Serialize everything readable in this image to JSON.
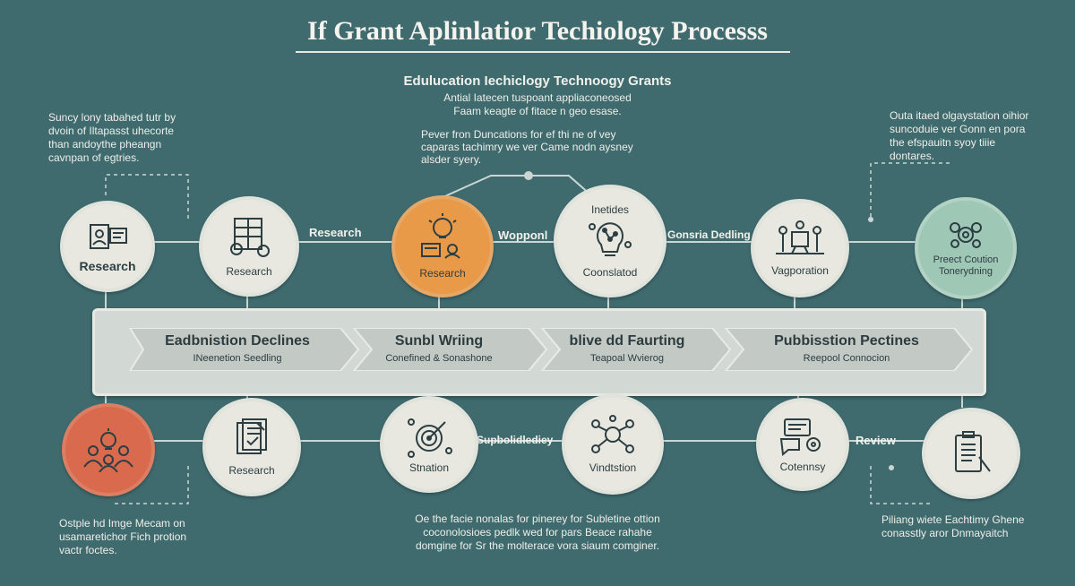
{
  "title": "If Grant Aplinlatior Techiology Processs",
  "subtitle": "Edulucation Iechiclogy Technoogy Grants",
  "subtitle_desc": [
    "Antial Iatecen tuspoant appliaconeosed",
    "Faam keagte of fitace n geo esase."
  ],
  "mid_desc": [
    "Pever fron Duncations for ef thi ne of vey",
    "caparas tachimry we ver Came nodn aysney",
    "alsder syery."
  ],
  "notes": {
    "top_left": [
      "Suncy lony tabahed tutr by",
      "dvoin  of Iltapasst uhecorte",
      "than andoythe pheangn",
      "cavnpan of egtries."
    ],
    "top_right": [
      "Outa itaed olgaystation oihior",
      "suncoduie ver Gonn en pora",
      "the efspauitn syoy tiiie",
      "dontares."
    ],
    "bottom_left": [
      "Ostple hd Imge Mecam on",
      "usamaretichor Fich protion",
      "vactr foctes."
    ],
    "bottom_center": [
      "Oe the facie nonalas for pinerey for Subletine ottion",
      "coconolosioes pedlk wed for pars Beace rahahe",
      "domgine for Sr the molterace vora siaum comginer."
    ],
    "bottom_right": [
      "Piliang wiete Eachtimy Ghene",
      "conasstly aror Dnmayaitch"
    ]
  },
  "top_nodes": [
    {
      "label": "Research",
      "icon": "monitor-person-icon"
    },
    {
      "label": "Research",
      "icon": "grid-people-icon"
    },
    {
      "label": "Research",
      "icon": "lightbulb-icon"
    },
    {
      "label": "Coonslatod",
      "top_label": "Inetides",
      "icon": "brain-bulb-icon"
    },
    {
      "label": "Vagporation",
      "icon": "meeting-icon"
    },
    {
      "label": "Preect Coution\nTonerydning",
      "icon": "gear-cluster-icon"
    }
  ],
  "bottom_nodes": [
    {
      "label": "",
      "icon": "team-bulb-icon"
    },
    {
      "label": "Research",
      "icon": "document-check-icon"
    },
    {
      "label": "Stnation",
      "icon": "target-icon"
    },
    {
      "label": "Vindtstion",
      "icon": "network-people-icon"
    },
    {
      "label": "Cotennsy",
      "icon": "chat-gear-icon"
    },
    {
      "label": "",
      "icon": "clipboard-icon"
    }
  ],
  "edge_labels": {
    "top_1": "Research",
    "top_2": "Wopponl",
    "top_3": "Gonsria Dedling",
    "bottom_1": "Supbolidlediey",
    "bottom_2": "Review"
  },
  "stages": [
    {
      "title": "Eadbnistion Declines",
      "sub": "INeenetion Seedling"
    },
    {
      "title": "Sunbl Wriing",
      "sub": "Conefined & Sonashone"
    },
    {
      "title": "blive dd Faurting",
      "sub": "Teapoal Wvierog"
    },
    {
      "title": "Pubbisstion Pectines",
      "sub": "Reepool Connocion"
    }
  ],
  "colors": {
    "background": "#3f6b6f",
    "node_fill": "#e8e8e0",
    "accent_orange": "#e89a49",
    "accent_red": "#d96a4d",
    "accent_green": "#9fc7b6",
    "band_fill": "#d2d8d4"
  }
}
